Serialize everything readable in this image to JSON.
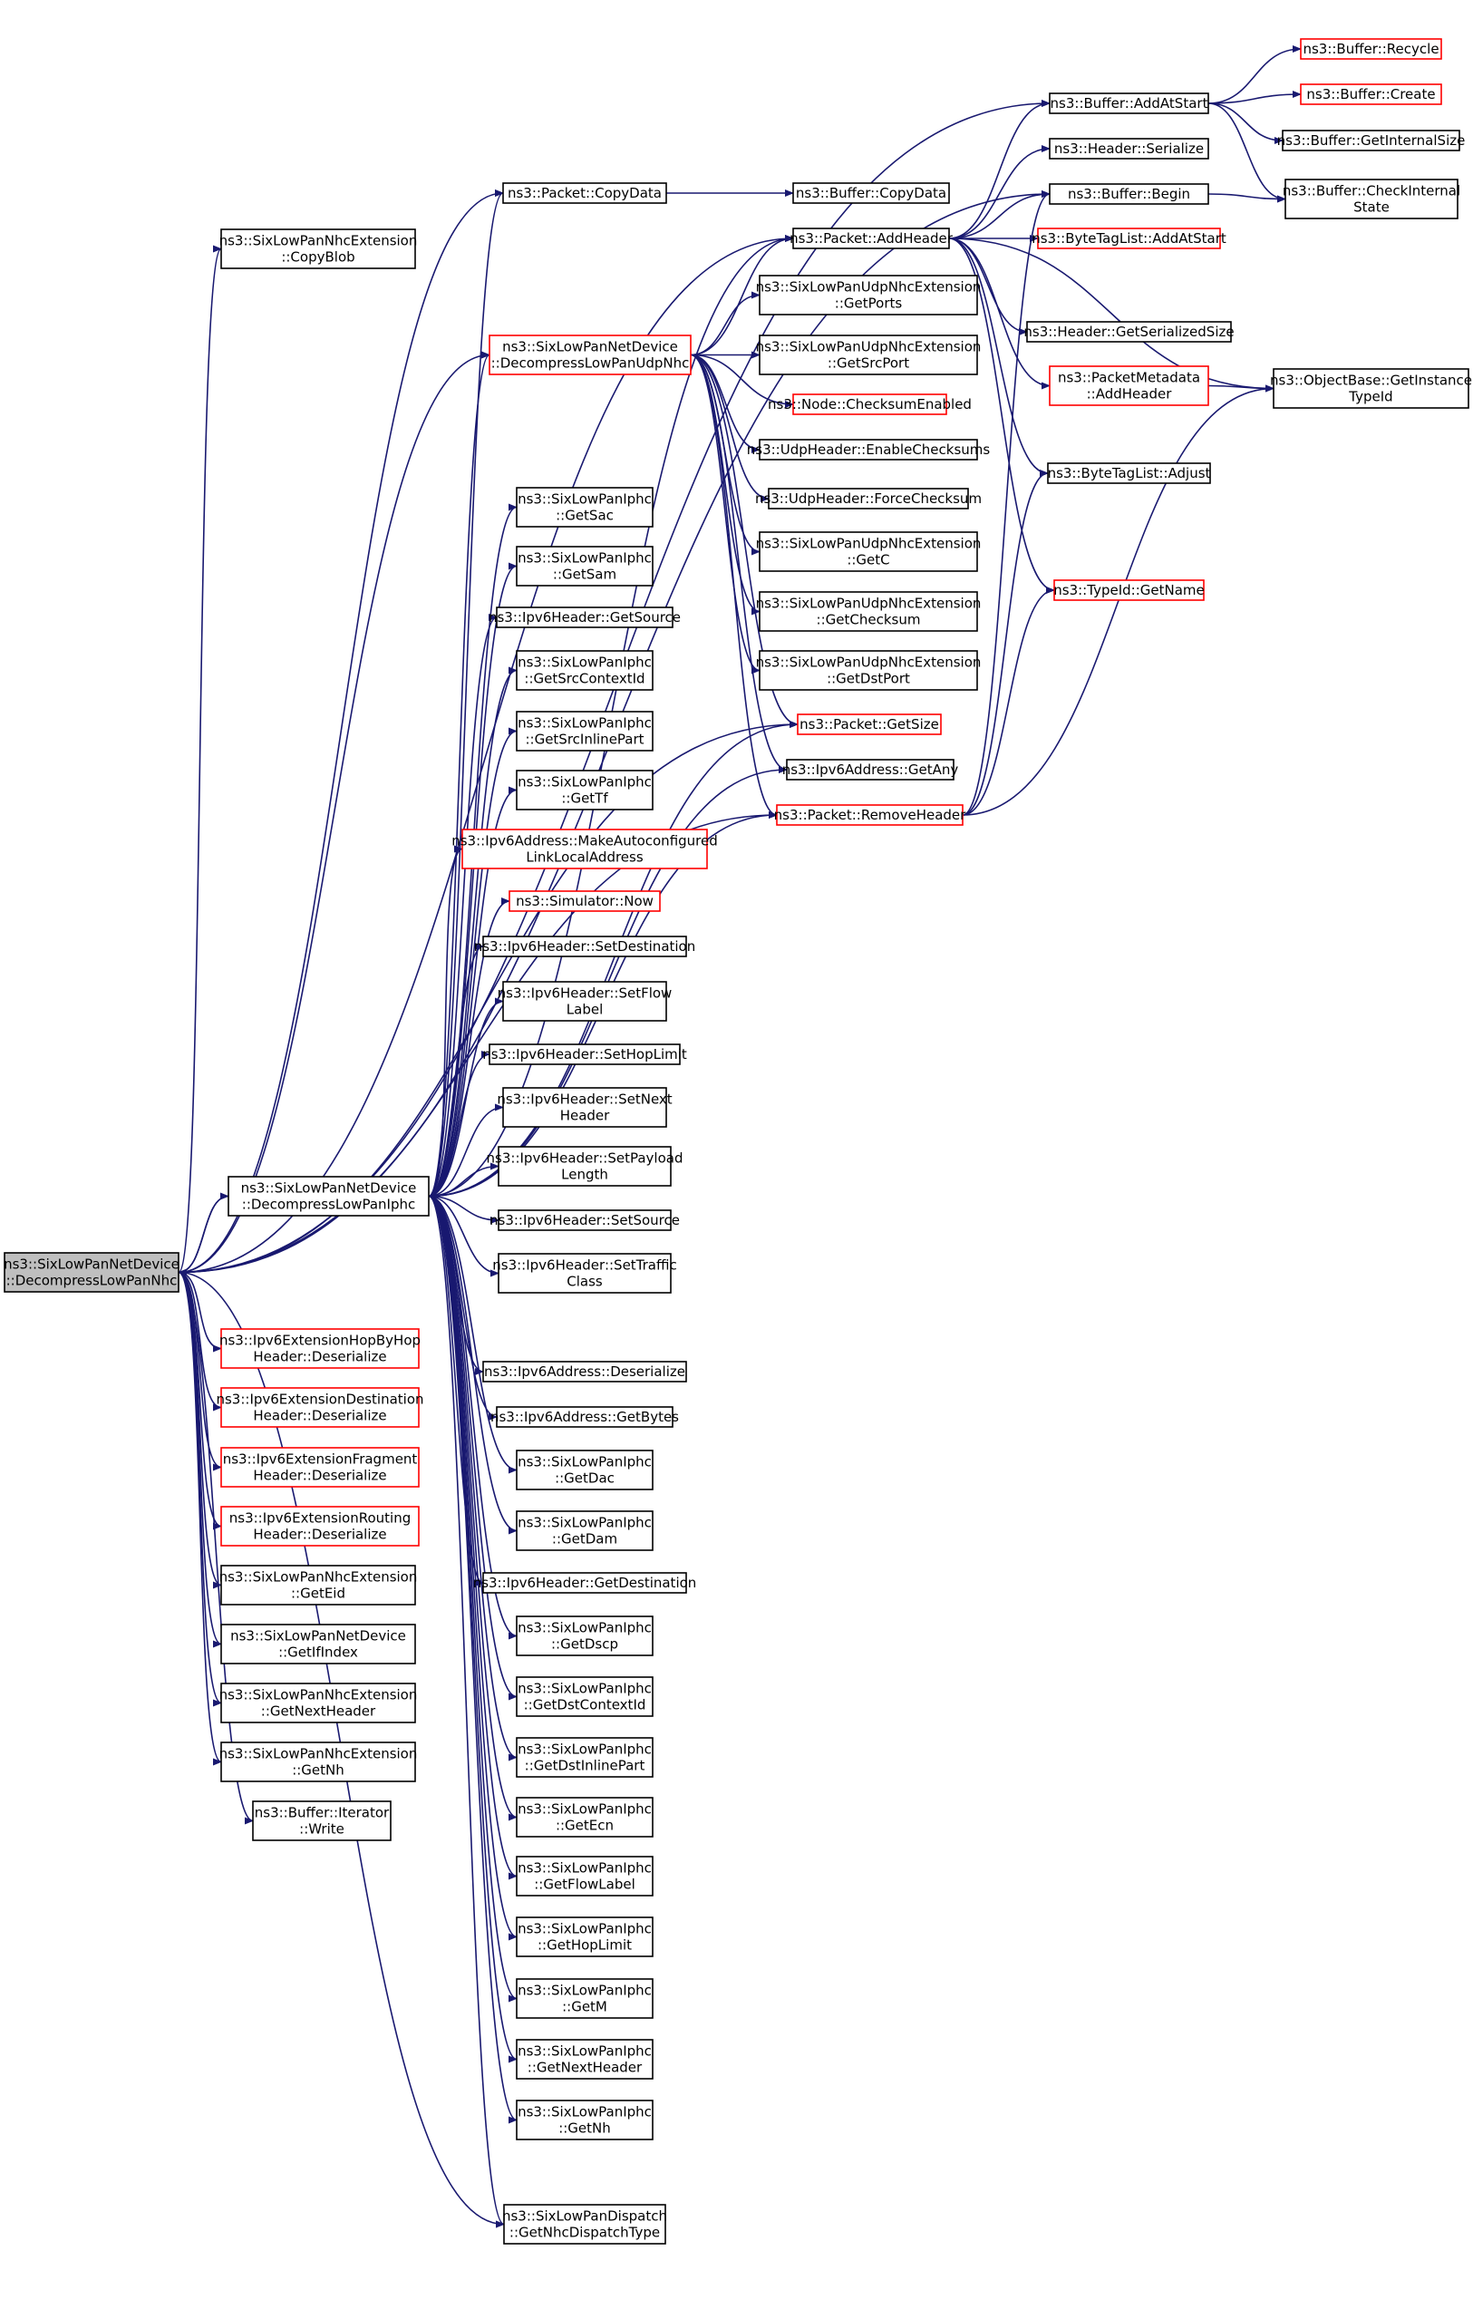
{
  "colors": {
    "edge": "#191970",
    "node_border": "#000000",
    "node_border_highlight": "#ff0000",
    "root_fill": "#bfbfbf",
    "node_fill": "#ffffff",
    "text": "#000000"
  },
  "nodes": [
    {
      "id": "root",
      "lines": [
        "ns3::SixLowPanNetDevice",
        "::DecompressLowPanNhc"
      ],
      "root": true
    },
    {
      "id": "dliphc",
      "lines": [
        "ns3::SixLowPanNetDevice",
        "::DecompressLowPanIphc"
      ]
    },
    {
      "id": "hop",
      "lines": [
        "ns3::Ipv6ExtensionHopByHop",
        "Header::Deserialize"
      ],
      "red": true
    },
    {
      "id": "dest",
      "lines": [
        "ns3::Ipv6ExtensionDestination",
        "Header::Deserialize"
      ],
      "red": true
    },
    {
      "id": "frag",
      "lines": [
        "ns3::Ipv6ExtensionFragment",
        "Header::Deserialize"
      ],
      "red": true
    },
    {
      "id": "routing",
      "lines": [
        "ns3::Ipv6ExtensionRouting",
        "Header::Deserialize"
      ],
      "red": true
    },
    {
      "id": "nhcGetEid",
      "lines": [
        "ns3::SixLowPanNhcExtension",
        "::GetEid"
      ]
    },
    {
      "id": "getIfIndex",
      "lines": [
        "ns3::SixLowPanNetDevice",
        "::GetIfIndex"
      ]
    },
    {
      "id": "nhcGetNextHeader",
      "lines": [
        "ns3::SixLowPanNhcExtension",
        "::GetNextHeader"
      ]
    },
    {
      "id": "nhcGetNh",
      "lines": [
        "ns3::SixLowPanNhcExtension",
        "::GetNh"
      ]
    },
    {
      "id": "bufWrite",
      "lines": [
        "ns3::Buffer::Iterator",
        "::Write"
      ]
    },
    {
      "id": "copyBlob",
      "lines": [
        "ns3::SixLowPanNhcExtension",
        "::CopyBlob"
      ]
    },
    {
      "id": "pktCopyData",
      "lines": [
        "ns3::Packet::CopyData"
      ]
    },
    {
      "id": "bufCopyData",
      "lines": [
        "ns3::Buffer::CopyData"
      ]
    },
    {
      "id": "addHeader",
      "lines": [
        "ns3::Packet::AddHeader"
      ]
    },
    {
      "id": "dludp",
      "lines": [
        "ns3::SixLowPanNetDevice",
        "::DecompressLowPanUdpNhc"
      ],
      "red": true
    },
    {
      "id": "getPorts",
      "lines": [
        "ns3::SixLowPanUdpNhcExtension",
        "::GetPorts"
      ]
    },
    {
      "id": "getSrcPort",
      "lines": [
        "ns3::SixLowPanUdpNhcExtension",
        "::GetSrcPort"
      ]
    },
    {
      "id": "checksumEnabled",
      "lines": [
        "ns3::Node::ChecksumEnabled"
      ],
      "red": true
    },
    {
      "id": "enableChecksums",
      "lines": [
        "ns3::UdpHeader::EnableChecksums"
      ]
    },
    {
      "id": "forceChecksum",
      "lines": [
        "ns3::UdpHeader::ForceChecksum"
      ]
    },
    {
      "id": "getC",
      "lines": [
        "ns3::SixLowPanUdpNhcExtension",
        "::GetC"
      ]
    },
    {
      "id": "getChecksum",
      "lines": [
        "ns3::SixLowPanUdpNhcExtension",
        "::GetChecksum"
      ]
    },
    {
      "id": "getDstPort",
      "lines": [
        "ns3::SixLowPanUdpNhcExtension",
        "::GetDstPort"
      ]
    },
    {
      "id": "getSize",
      "lines": [
        "ns3::Packet::GetSize"
      ],
      "red": true
    },
    {
      "id": "getAny",
      "lines": [
        "ns3::Ipv6Address::GetAny"
      ]
    },
    {
      "id": "removeHeader",
      "lines": [
        "ns3::Packet::RemoveHeader"
      ],
      "red": true
    },
    {
      "id": "addAtStart",
      "lines": [
        "ns3::Buffer::AddAtStart"
      ]
    },
    {
      "id": "recycle",
      "lines": [
        "ns3::Buffer::Recycle"
      ],
      "red": true
    },
    {
      "id": "create",
      "lines": [
        "ns3::Buffer::Create"
      ],
      "red": true
    },
    {
      "id": "getInternalSize",
      "lines": [
        "ns3::Buffer::GetInternalSize"
      ]
    },
    {
      "id": "checkInternal",
      "lines": [
        "ns3::Buffer::CheckInternal",
        "State"
      ]
    },
    {
      "id": "hdrSerialize",
      "lines": [
        "ns3::Header::Serialize"
      ]
    },
    {
      "id": "bufBegin",
      "lines": [
        "ns3::Buffer::Begin"
      ]
    },
    {
      "id": "btlAddAtStart",
      "lines": [
        "ns3::ByteTagList::AddAtStart"
      ],
      "red": true
    },
    {
      "id": "getSerializedSize",
      "lines": [
        "ns3::Header::GetSerializedSize"
      ]
    },
    {
      "id": "pmAddHeader",
      "lines": [
        "ns3::PacketMetadata",
        "::AddHeader"
      ],
      "red": true
    },
    {
      "id": "getInstanceTypeId",
      "lines": [
        "ns3::ObjectBase::GetInstance",
        "TypeId"
      ]
    },
    {
      "id": "btlAdjust",
      "lines": [
        "ns3::ByteTagList::Adjust"
      ]
    },
    {
      "id": "typeIdGetName",
      "lines": [
        "ns3::TypeId::GetName"
      ],
      "red": true
    },
    {
      "id": "getSac",
      "lines": [
        "ns3::SixLowPanIphc",
        "::GetSac"
      ]
    },
    {
      "id": "getSam",
      "lines": [
        "ns3::SixLowPanIphc",
        "::GetSam"
      ]
    },
    {
      "id": "ipv6GetSource",
      "lines": [
        "ns3::Ipv6Header::GetSource"
      ]
    },
    {
      "id": "getSrcContextId",
      "lines": [
        "ns3::SixLowPanIphc",
        "::GetSrcContextId"
      ]
    },
    {
      "id": "getSrcInlinePart",
      "lines": [
        "ns3::SixLowPanIphc",
        "::GetSrcInlinePart"
      ]
    },
    {
      "id": "getTf",
      "lines": [
        "ns3::SixLowPanIphc",
        "::GetTf"
      ]
    },
    {
      "id": "makeAuto",
      "lines": [
        "ns3::Ipv6Address::MakeAutoconfigured",
        "LinkLocalAddress"
      ],
      "red": true
    },
    {
      "id": "simNow",
      "lines": [
        "ns3::Simulator::Now"
      ],
      "red": true
    },
    {
      "id": "setDestination",
      "lines": [
        "ns3::Ipv6Header::SetDestination"
      ]
    },
    {
      "id": "setFlowLabel",
      "lines": [
        "ns3::Ipv6Header::SetFlow",
        "Label"
      ]
    },
    {
      "id": "setHopLimit",
      "lines": [
        "ns3::Ipv6Header::SetHopLimit"
      ]
    },
    {
      "id": "setNextHeader",
      "lines": [
        "ns3::Ipv6Header::SetNext",
        "Header"
      ]
    },
    {
      "id": "setPayloadLength",
      "lines": [
        "ns3::Ipv6Header::SetPayload",
        "Length"
      ]
    },
    {
      "id": "setSource",
      "lines": [
        "ns3::Ipv6Header::SetSource"
      ]
    },
    {
      "id": "setTrafficClass",
      "lines": [
        "ns3::Ipv6Header::SetTraffic",
        "Class"
      ]
    },
    {
      "id": "addrDeserialize",
      "lines": [
        "ns3::Ipv6Address::Deserialize"
      ]
    },
    {
      "id": "addrGetBytes",
      "lines": [
        "ns3::Ipv6Address::GetBytes"
      ]
    },
    {
      "id": "getDac",
      "lines": [
        "ns3::SixLowPanIphc",
        "::GetDac"
      ]
    },
    {
      "id": "getDam",
      "lines": [
        "ns3::SixLowPanIphc",
        "::GetDam"
      ]
    },
    {
      "id": "ipv6GetDestination",
      "lines": [
        "ns3::Ipv6Header::GetDestination"
      ]
    },
    {
      "id": "getDscp",
      "lines": [
        "ns3::SixLowPanIphc",
        "::GetDscp"
      ]
    },
    {
      "id": "getDstContextId",
      "lines": [
        "ns3::SixLowPanIphc",
        "::GetDstContextId"
      ]
    },
    {
      "id": "getDstInlinePart",
      "lines": [
        "ns3::SixLowPanIphc",
        "::GetDstInlinePart"
      ]
    },
    {
      "id": "getEcn",
      "lines": [
        "ns3::SixLowPanIphc",
        "::GetEcn"
      ]
    },
    {
      "id": "getFlowLabel",
      "lines": [
        "ns3::SixLowPanIphc",
        "::GetFlowLabel"
      ]
    },
    {
      "id": "getHopLimit",
      "lines": [
        "ns3::SixLowPanIphc",
        "::GetHopLimit"
      ]
    },
    {
      "id": "getM",
      "lines": [
        "ns3::SixLowPanIphc",
        "::GetM"
      ]
    },
    {
      "id": "iphcGetNextHeader",
      "lines": [
        "ns3::SixLowPanIphc",
        "::GetNextHeader"
      ]
    },
    {
      "id": "iphcGetNh",
      "lines": [
        "ns3::SixLowPanIphc",
        "::GetNh"
      ]
    },
    {
      "id": "getNhcDispatchType",
      "lines": [
        "ns3::SixLowPanDispatch",
        "::GetNhcDispatchType"
      ]
    }
  ],
  "edges": [
    [
      "root",
      "dliphc"
    ],
    [
      "root",
      "hop"
    ],
    [
      "root",
      "dest"
    ],
    [
      "root",
      "frag"
    ],
    [
      "root",
      "routing"
    ],
    [
      "root",
      "nhcGetEid"
    ],
    [
      "root",
      "getIfIndex"
    ],
    [
      "root",
      "nhcGetNextHeader"
    ],
    [
      "root",
      "nhcGetNh"
    ],
    [
      "root",
      "bufWrite"
    ],
    [
      "root",
      "copyBlob"
    ],
    [
      "root",
      "pktCopyData"
    ],
    [
      "root",
      "addHeader"
    ],
    [
      "root",
      "dludp"
    ],
    [
      "root",
      "addAtStart"
    ],
    [
      "root",
      "bufBegin"
    ],
    [
      "root",
      "getSize"
    ],
    [
      "root",
      "removeHeader"
    ],
    [
      "root",
      "getNhcDispatchType"
    ],
    [
      "dliphc",
      "root"
    ],
    [
      "dliphc",
      "getSac"
    ],
    [
      "dliphc",
      "getSam"
    ],
    [
      "dliphc",
      "ipv6GetSource"
    ],
    [
      "dliphc",
      "getSrcContextId"
    ],
    [
      "dliphc",
      "getSrcInlinePart"
    ],
    [
      "dliphc",
      "getTf"
    ],
    [
      "dliphc",
      "makeAuto"
    ],
    [
      "dliphc",
      "simNow"
    ],
    [
      "dliphc",
      "setDestination"
    ],
    [
      "dliphc",
      "setFlowLabel"
    ],
    [
      "dliphc",
      "setHopLimit"
    ],
    [
      "dliphc",
      "setNextHeader"
    ],
    [
      "dliphc",
      "setPayloadLength"
    ],
    [
      "dliphc",
      "setSource"
    ],
    [
      "dliphc",
      "setTrafficClass"
    ],
    [
      "dliphc",
      "addrDeserialize"
    ],
    [
      "dliphc",
      "addrGetBytes"
    ],
    [
      "dliphc",
      "getDac"
    ],
    [
      "dliphc",
      "getDam"
    ],
    [
      "dliphc",
      "ipv6GetDestination"
    ],
    [
      "dliphc",
      "getDscp"
    ],
    [
      "dliphc",
      "getDstContextId"
    ],
    [
      "dliphc",
      "getDstInlinePart"
    ],
    [
      "dliphc",
      "getEcn"
    ],
    [
      "dliphc",
      "getFlowLabel"
    ],
    [
      "dliphc",
      "getHopLimit"
    ],
    [
      "dliphc",
      "getM"
    ],
    [
      "dliphc",
      "iphcGetNextHeader"
    ],
    [
      "dliphc",
      "iphcGetNh"
    ],
    [
      "dliphc",
      "getNhcDispatchType"
    ],
    [
      "dliphc",
      "pktCopyData"
    ],
    [
      "dliphc",
      "addHeader"
    ],
    [
      "dliphc",
      "dludp"
    ],
    [
      "dliphc",
      "getAny"
    ],
    [
      "dliphc",
      "removeHeader"
    ],
    [
      "dliphc",
      "getSize"
    ],
    [
      "pktCopyData",
      "bufCopyData"
    ],
    [
      "dludp",
      "addHeader"
    ],
    [
      "dludp",
      "getPorts"
    ],
    [
      "dludp",
      "getSrcPort"
    ],
    [
      "dludp",
      "checksumEnabled"
    ],
    [
      "dludp",
      "enableChecksums"
    ],
    [
      "dludp",
      "forceChecksum"
    ],
    [
      "dludp",
      "getC"
    ],
    [
      "dludp",
      "getChecksum"
    ],
    [
      "dludp",
      "getDstPort"
    ],
    [
      "dludp",
      "getSize"
    ],
    [
      "dludp",
      "getAny"
    ],
    [
      "dludp",
      "removeHeader"
    ],
    [
      "addHeader",
      "addAtStart"
    ],
    [
      "addHeader",
      "hdrSerialize"
    ],
    [
      "addHeader",
      "bufBegin"
    ],
    [
      "addHeader",
      "btlAddAtStart"
    ],
    [
      "addHeader",
      "getSerializedSize"
    ],
    [
      "addHeader",
      "pmAddHeader"
    ],
    [
      "addHeader",
      "getInstanceTypeId"
    ],
    [
      "addHeader",
      "btlAdjust"
    ],
    [
      "addHeader",
      "typeIdGetName"
    ],
    [
      "addAtStart",
      "recycle"
    ],
    [
      "addAtStart",
      "create"
    ],
    [
      "addAtStart",
      "getInternalSize"
    ],
    [
      "addAtStart",
      "checkInternal"
    ],
    [
      "bufBegin",
      "checkInternal"
    ],
    [
      "pmAddHeader",
      "getInstanceTypeId"
    ],
    [
      "removeHeader",
      "bufBegin"
    ],
    [
      "removeHeader",
      "btlAdjust"
    ],
    [
      "removeHeader",
      "typeIdGetName"
    ],
    [
      "removeHeader",
      "getInstanceTypeId"
    ]
  ]
}
